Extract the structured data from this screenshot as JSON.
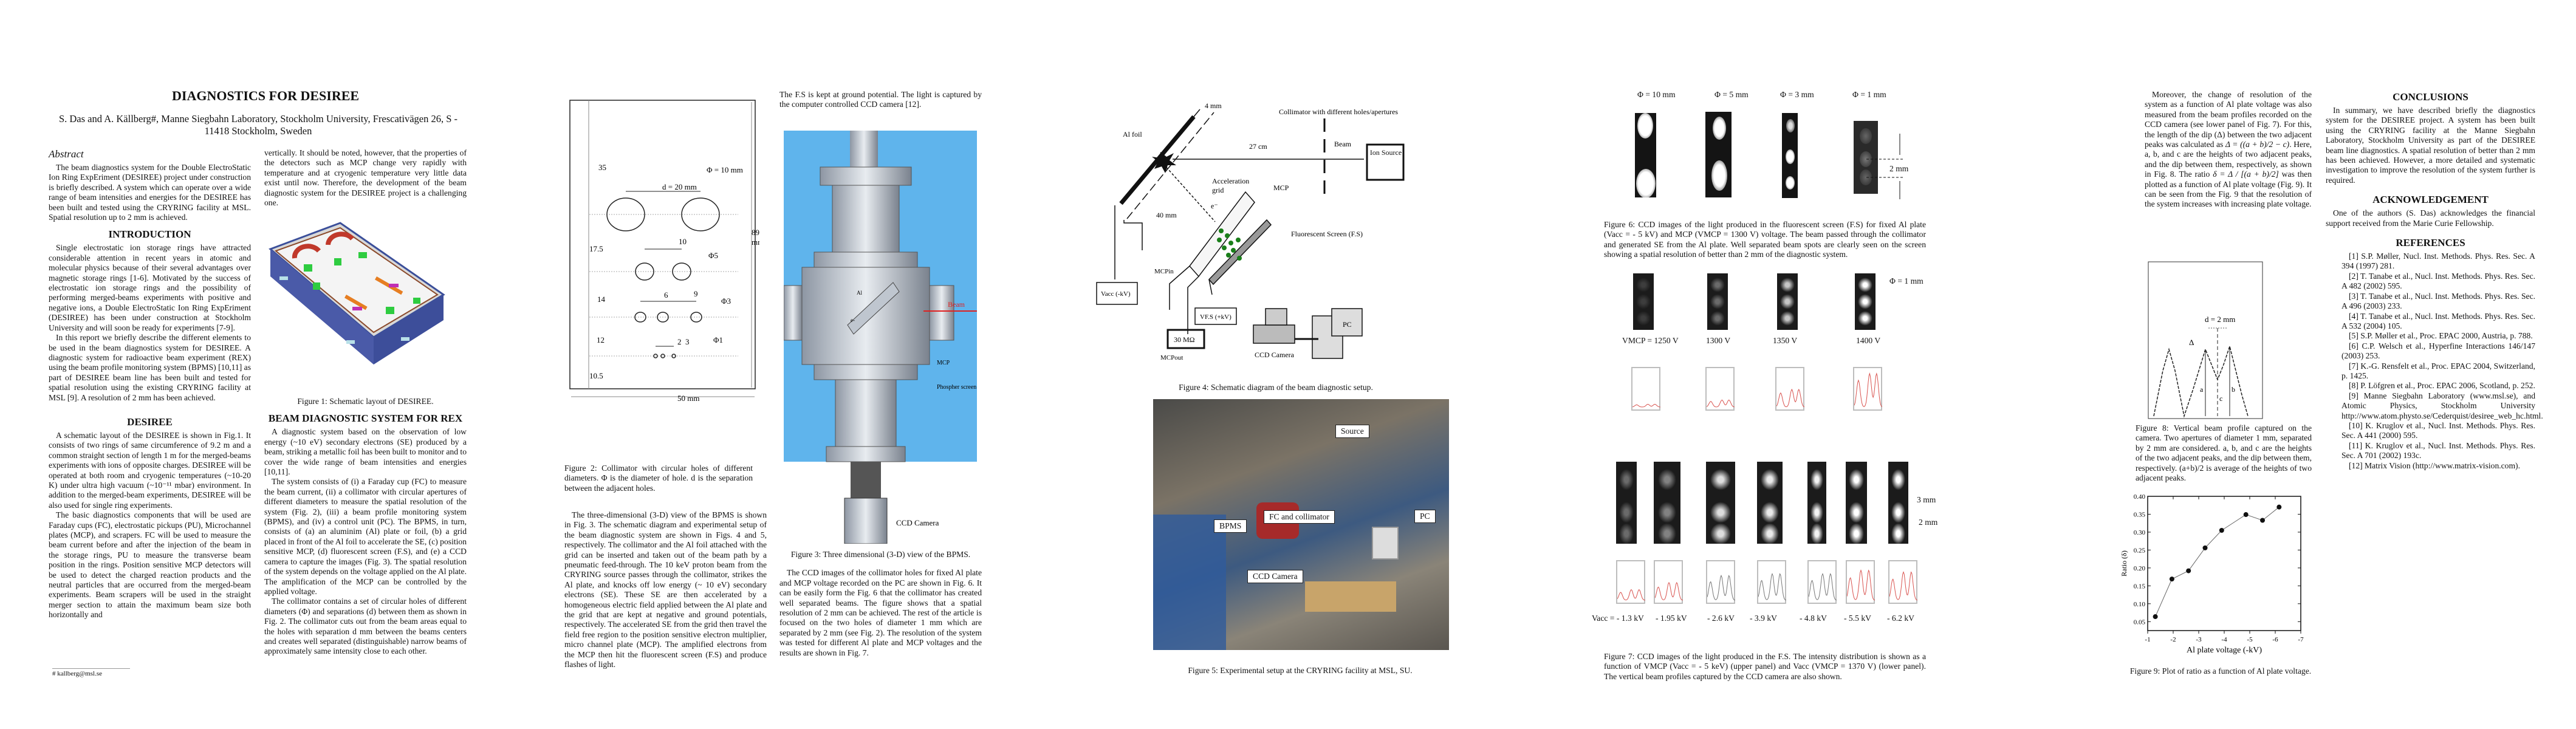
{
  "title": "DIAGNOSTICS FOR DESIREE",
  "authors_line1": "S. Das and A. Källberg#, Manne Siegbahn Laboratory, Stockholm University, Frescativägen 26, S -",
  "authors_line2": "11418 Stockholm, Sweden",
  "abstract": {
    "heading": "Abstract",
    "text": "The beam diagnostics system for the Double ElectroStatic Ion Ring ExpEriment (DESIREE) project under construction is briefly described. A system which can operate over a wide range of beam intensities and energies for the DESIREE has been built and tested using the CRYRING facility at MSL. Spatial resolution up to 2 mm is achieved."
  },
  "introduction": {
    "heading": "INTRODUCTION",
    "paragraphs": [
      "Single electrostatic ion storage rings have attracted considerable attention in recent years in atomic and molecular physics because of their several advantages over magnetic storage rings [1-6]. Motivated by the success of electrostatic ion storage rings and the possibility of performing merged-beams experiments with positive and negative ions, a Double ElectroStatic Ion Ring ExpEriment (DESIREE) has been under construction at Stockholm University and will soon be ready for experiments [7-9].",
      "In this report we briefly describe the different elements to be used in the beam diagnostics system for DESIREE. A diagnostic system for radioactive beam experiment (REX) using the beam profile monitoring system (BPMS) [10,11] as part of DESIREE beam line has been built and tested for spatial resolution using the existing CRYRING facility at MSL [9]. A resolution of 2 mm has been achieved."
    ]
  },
  "desiree": {
    "heading": "DESIREE",
    "paragraphs": [
      "A schematic layout of the DESIREE is shown in Fig.1. It consists of two rings of same circumference of 9.2 m and a common straight section of length 1 m for the merged-beams experiments with ions of opposite charges. DESIREE will be operated at both room and cryogenic temperatures (~10-20 K) under ultra high vacuum (~10⁻¹¹ mbar) environment. In addition to the merged-beam experiments, DESIREE will be also used for single ring experiments.",
      "The basic diagnostics components that will be used are Faraday cups (FC), electrostatic pickups (PU), Microchannel plates (MCP), and scrapers. FC will be used to measure the beam current before and after the injection of the beam in the storage rings, PU to measure the transverse beam position in the rings. Position sensitive MCP detectors will be used to detect the charged reaction products and the neutral particles that are occurred from the merged-beam experiments. Beam scrapers will be used in the straight merger section to attain the maximum beam size both horizontally and",
      "vertically. It should be noted, however, that the properties of the detectors such as MCP change very rapidly with temperature and at cryogenic temperature very little data exist until now. Therefore, the development of the beam diagnostic system for the DESIREE project is a challenging one."
    ]
  },
  "footnote": "# kallberg@msl.se",
  "fig1_caption": "Figure 1:  Schematic layout of DESIREE.",
  "rex": {
    "heading": "BEAM DIAGNOSTIC SYSTEM FOR REX",
    "paragraphs": [
      "A diagnostic system based on the observation of low energy (~10 eV) secondary electrons (SE) produced by a beam, striking a metallic foil has been built to monitor and to cover the wide range of beam intensities and energies [10,11].",
      "The system consists of (i) a Faraday cup (FC) to measure the beam current, (ii) a collimator with circular apertures of different diameters to measure the spatial resolution of the system (Fig. 2), (iii) a beam profile monitoring system (BPMS), and (iv) a control unit (PC). The BPMS, in turn, consists of (a) an aluminim (Al) plate or foil, (b) a grid placed in front of the Al foil to accelerate the SE, (c) position sensitive MCP, (d) fluorescent screen (F.S), and (e) a CCD camera to capture the images (Fig. 3). The spatial resolution of the system depends on the voltage applied on the Al plate. The amplification of the MCP can be controlled by the applied voltage.",
      "The collimator contains a set of circular holes of different diameters (Φ) and separations (d) between them as shown in Fig. 2. The collimator cuts out from the beam areas equal to the holes with separation d mm between the beams centers and creates well separated (distinguishable) narrow beams of approximately same intensity close to each other.",
      "The three-dimensional (3-D) view of the BPMS is shown in Fig. 3. The schematic diagram and experimental setup of the beam diagnostic system are shown in Figs. 4 and 5, respectively. The collimator and the Al foil attached with the grid can be inserted and taken out of the beam path by a pneumatic feed-through. The 10 keV proton beam from the CRYRING source passes through the collimator, strikes the Al plate, and knocks off low energy (~ 10 eV) secondary electrons (SE). These SE are then accelerated by a homogeneous electric field applied between the Al plate and the grid that are kept at negative and ground potentials, respectively. The accelerated SE from the grid then travel the field free region to the position sensitive electron multiplier, micro channel plate (MCP). The amplified electrons from the MCP then hit the fluorescent screen (F.S) and produce flashes of light.",
      "The F.S is kept at ground potential. The light is captured by the computer controlled CCD camera [12].",
      "The CCD images of the collimator holes for fixed Al plate and MCP voltage recorded on the PC are shown in Fig. 6. It can be easily form the Fig. 6 that the collimator has created well separated beams. The figure shows that a spatial resolution of 2 mm can be achieved. The rest of the article is focused on the two holes of diameter 1 mm which are separated by 2 mm (see Fig. 2). The resolution of the system was tested for different Al plate and MCP voltages and the results are shown in Fig. 7."
    ]
  },
  "fig2": {
    "caption": "Figure 2: Collimator with circular holes of different diameters. Φ is the diameter of hole. d is the separation between the adjacent holes.",
    "labels": {
      "h35": "35",
      "h175": "17.5",
      "h14": "14",
      "h12": "12",
      "h105": "10.5",
      "phi10": "Φ = 10 mm",
      "d20": "d = 20 mm",
      "d10": "10",
      "phi5": "Φ5",
      "d6": "6",
      "d9": "9",
      "phi3": "Φ3",
      "d2": "2",
      "d3": "3",
      "phi1": "Φ1",
      "height": "89",
      "height_unit": "mm",
      "width": "50 mm"
    }
  },
  "fig3": {
    "caption": "Figure 3: Three dimensional (3-D) view of the BPMS.",
    "labels": {
      "beam": "Beam",
      "mcp": "MCP",
      "phosphor": "Phospher screen",
      "camera": "CCD Camera",
      "electron": "e-",
      "al": "Al"
    }
  },
  "fig4": {
    "caption": "Figure 4: Schematic diagram of the beam diagnostic setup.",
    "labels": {
      "gap": "4 mm",
      "collimator": "Collimator with different holes/apertures",
      "al_foil": "Al foil",
      "distance": "27 cm",
      "beam": "Beam",
      "ion_source": "Ion Source",
      "accel_grid_1": "Acceleration",
      "accel_grid_2": "grid",
      "mcp": "MCP",
      "electron": "e⁻",
      "d40": "40 mm",
      "fs": "Fluorescent Screen (F.S)",
      "mcp_in": "MCPin",
      "vacc": "Vacc (-kV)",
      "vfs": "VF.S (+kV)",
      "resistor": "30 MΩ",
      "mcp_out": "MCPout",
      "ccd": "CCD Camera",
      "pc": "PC"
    }
  },
  "fig5": {
    "caption": "Figure 5: Experimental setup at the CRYRING facility at MSL, SU.",
    "labels": {
      "source": "Source",
      "fc": "FC and collimator",
      "bpms": "BPMS",
      "pc": "PC",
      "ccd": "CCD Camera"
    }
  },
  "fig6": {
    "panels": [
      "Φ = 10 mm",
      "Φ = 5 mm",
      "Φ = 3 mm",
      "Φ = 1 mm"
    ],
    "annotation": "2 mm",
    "caption": "Figure 6: CCD images of the light produced in the fluorescent screen (F.S) for fixed Al plate (Vacc = - 5 kV) and MCP (VMCP = 1300 V) voltage. The beam passed through the collimator and generated SE from the Al plate. Well separated beam spots are clearly seen on the screen showing a spatial resolution of better than 2 mm of the diagnostic system."
  },
  "fig7": {
    "upper_labels": [
      "VMCP = 1250 V",
      "1300 V",
      "1350 V",
      "1400 V"
    ],
    "upper_annotation": "Φ = 1 mm",
    "lower_labels": [
      "Vacc = - 1.3 kV",
      "- 1.95 kV",
      "- 2.6 kV",
      "- 3.9 kV",
      "- 4.8 kV",
      "- 5.5 kV",
      "- 6.2 kV"
    ],
    "lower_annotation_1": "3 mm",
    "lower_annotation_2": "2 mm",
    "caption": "Figure 7: CCD images of the light produced in the F.S. The intensity distribution is shown as a function of VMCP (Vacc = - 5 keV) (upper panel) and Vacc (VMCP = 1370 V) (lower panel). The vertical beam profiles captured by the CCD camera are also shown."
  },
  "results": {
    "p1_a": "Moreover, the change of resolution of the system as a function of Al plate voltage was also measured from the beam profiles recorded on the CCD camera (see lower panel of Fig. 7). For this, the length of the dip (Δ) between the two adjacent peaks was calculated as",
    "formula1": "Δ = ((a + b)/2 − c)",
    "p1_b": ". Here, a, b, and c are the heights of two adjacent peaks, and the dip between them, respectively, as shown in Fig. 8. The ratio",
    "formula2": "δ = Δ / [(a + b)/2]",
    "p1_c": "was then plotted as a function of Al plate voltage (Fig. 9). It can be seen from the Fig. 9 that the resolution of the system increases with increasing plate voltage."
  },
  "fig8": {
    "labels": {
      "d": "d = 2 mm",
      "delta": "Δ",
      "a": "a",
      "b": "b",
      "c": "c"
    },
    "caption": "Figure 8: Vertical beam profile captured on the camera. Two apertures of diameter 1 mm, separated by 2 mm are considered. a, b, and c are the heights of the two adjacent peaks, and the dip between them, respectively. (a+b)/2 is average of the heights of two adjacent peaks."
  },
  "chart_data": {
    "type": "line",
    "title": "",
    "xlabel": "Al plate voltage (-kV)",
    "ylabel": "Ratio (δ)",
    "x": [
      -1.3,
      -1.95,
      -2.6,
      -3.25,
      -3.9,
      -4.85,
      -5.5,
      -6.15
    ],
    "values": [
      0.064,
      0.169,
      0.192,
      0.256,
      0.305,
      0.349,
      0.333,
      0.37
    ],
    "xlim": [
      -1,
      -7
    ],
    "ylim": [
      0.025,
      0.4
    ],
    "xticks": [
      "-1",
      "-2",
      "-3",
      "-4",
      "-5",
      "-6",
      "-7"
    ],
    "yticks": [
      "0.05",
      "0.10",
      "0.15",
      "0.20",
      "0.25",
      "0.30",
      "0.35",
      "0.40"
    ],
    "grid": false,
    "caption": "Figure 9: Plot of ratio as a function of Al plate voltage."
  },
  "conclusions": {
    "heading": "CONCLUSIONS",
    "text": "In summary, we have described briefly the diagnostics system for the DESIREE project. A system has been built using the CRYRING facility at the Manne Siegbahn Laboratory, Stockholm University as part of the DESIREE beam line diagnostics. A spatial resolution of better than 2 mm has been achieved. However, a more detailed and systematic investigation to improve the resolution of the system further is required."
  },
  "acknowledgement": {
    "heading": "ACKNOWLEDGEMENT",
    "text": "One of the authors (S. Das) acknowledges the financial support received from the Marie Curie Fellowship."
  },
  "references": {
    "heading": "REFERENCES",
    "items": [
      "[1] S.P. Møller, Nucl. Inst. Methods. Phys. Res. Sec. A 394 (1997) 281.",
      "[2] T. Tanabe et al., Nucl. Inst. Methods. Phys. Res. Sec. A 482 (2002) 595.",
      "[3] T. Tanabe et al., Nucl. Inst. Methods. Phys. Res. Sec. A 496 (2003) 233.",
      "[4] T. Tanabe et al., Nucl. Inst. Methods. Phys. Res. Sec. A 532 (2004) 105.",
      "[5] S.P. Møller et al., Proc. EPAC 2000, Austria, p. 788.",
      "[6] C.P. Welsch et al., Hyperfine Interactions 146/147 (2003) 253.",
      "[7] K.-G. Rensfelt et al., Proc. EPAC 2004, Switzerland, p. 1425.",
      "[8] P. Löfgren et al., Proc. EPAC 2006, Scotland, p. 252.",
      "[9] Manne Siegbahn Laboratory (www.msl.se), and Atomic Physics, Stockholm University http://www.atom.physto.se/Cederquist/desiree_web_hc.html.",
      "[10] K. Kruglov et al., Nucl. Inst. Methods. Phys. Res. Sec. A 441 (2000) 595.",
      "[11] K. Kruglov et al., Nucl. Inst. Methods. Phys. Res. Sec. A 701 (2002) 193c.",
      "[12] Matrix Vision (http://www.matrix-vision.com)."
    ]
  }
}
